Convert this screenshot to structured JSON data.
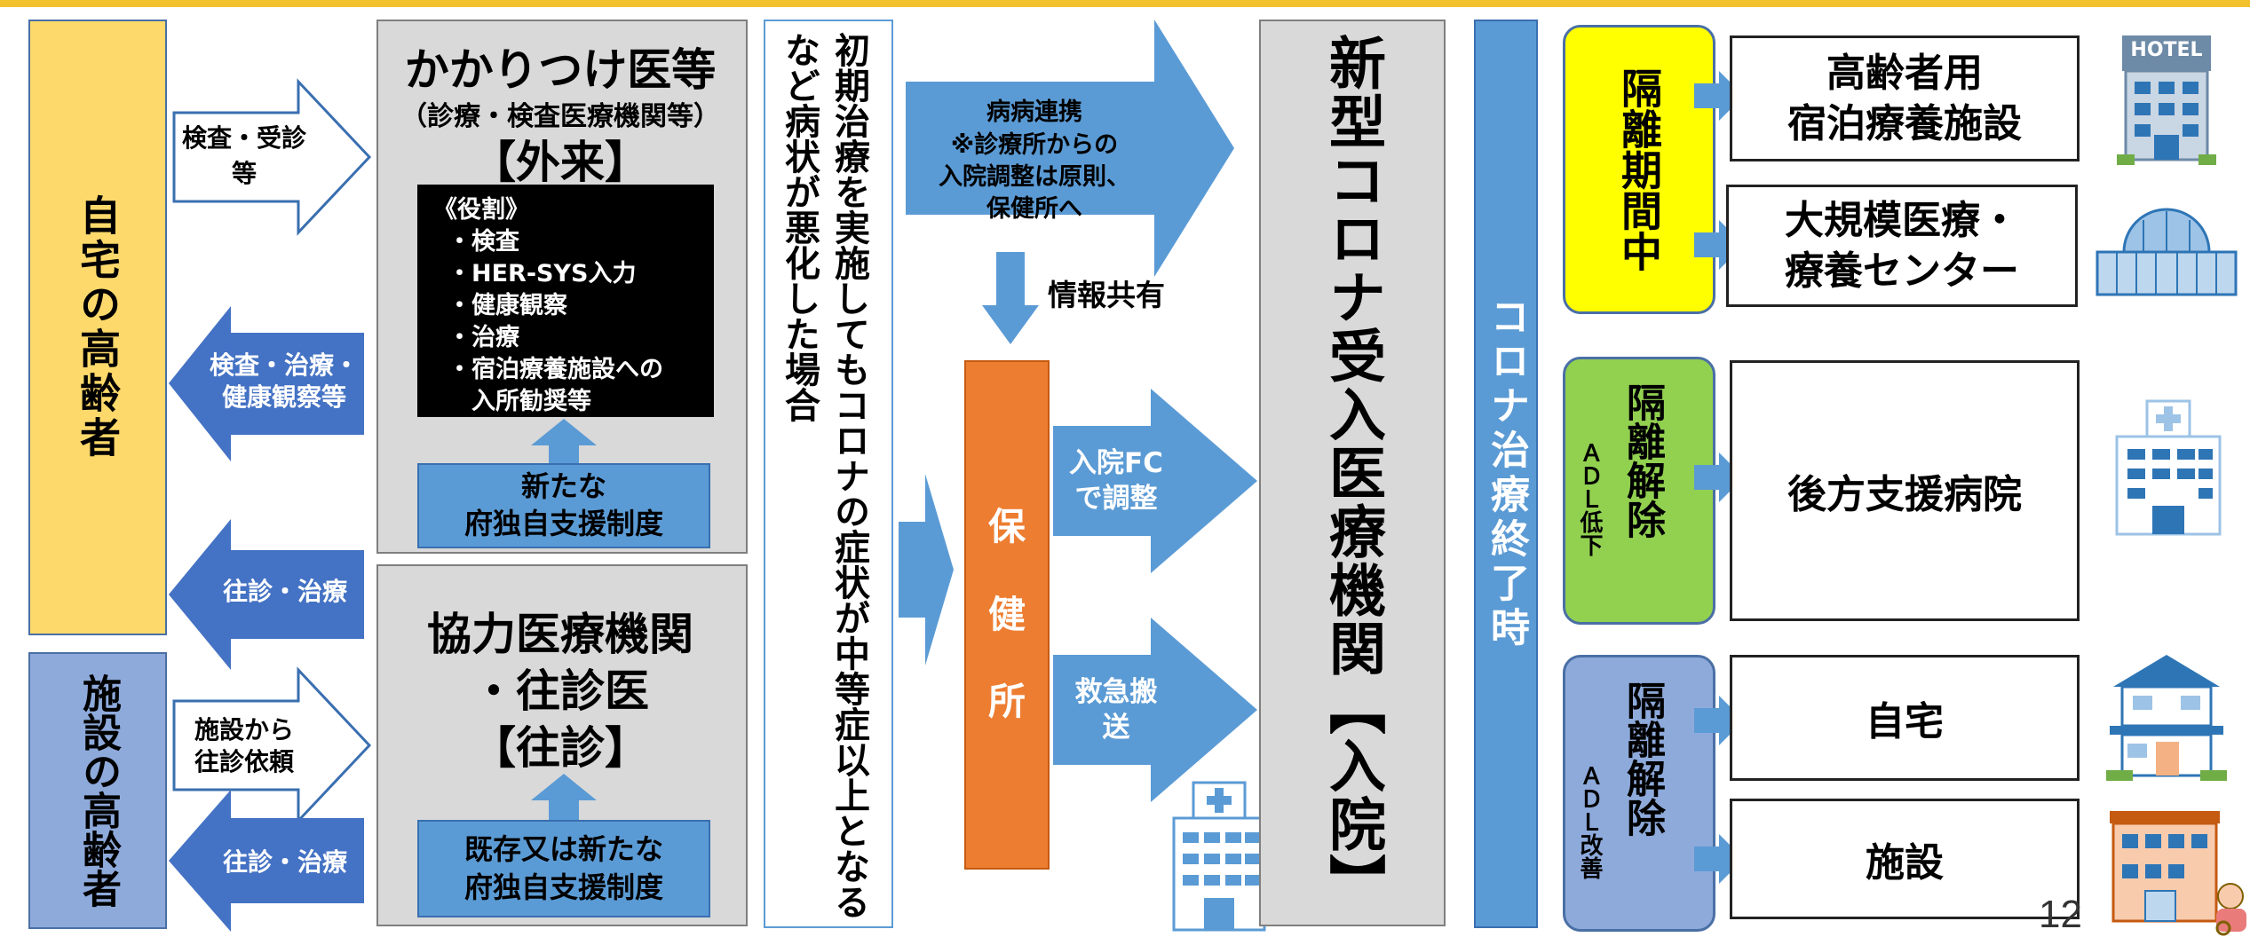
{
  "colors": {
    "yellow": "#fdd96b",
    "blue_gray": "#8eaadb",
    "gray": "#d9d9d9",
    "blue_arrow": "#5b9bd5",
    "dark_blue_arrow": "#4472c4",
    "orange": "#ed7d31",
    "bright_yellow": "#ffff00",
    "green": "#92d050",
    "black": "#000000"
  },
  "left": {
    "home_elderly": "自宅の高齢者",
    "facility_elderly": "施設の高齢者",
    "arrow_exam": "検査・受診等",
    "arrow_treat": "検査・治療・\n健康観察等",
    "arrow_visit1": "往診・治療",
    "arrow_request": "施設から\n往診依頼",
    "arrow_visit2": "往診・治療"
  },
  "kakaritsuke": {
    "title": "かかりつけ医等",
    "subtitle": "（診療・検査医療機関等）",
    "tag": "【外来】",
    "roles_title": "《役割》",
    "roles": [
      "・検査",
      "・HER-SYS入力",
      "・健康観察",
      "・治療",
      "・宿泊療養施設への",
      "　入所勧奨等"
    ],
    "support": "新たな\n府独自支援制度"
  },
  "kyoryoku": {
    "title": "協力医療機関",
    "line2": "・往診医",
    "tag": "【往診】",
    "support": "既存又は新たな\n府独自支援制度"
  },
  "condition": "初期治療を実施してもコロナの症状が中等症以上となるなど病状が悪化した場合",
  "middle": {
    "byobyo": "病病連携\n※診療所からの\n入院調整は原則、\n保健所へ",
    "info_share": "情報共有",
    "hokenjo": "保\n健\n所",
    "fc": "入院FC\nで調整",
    "kyukyu": "救急搬\n送"
  },
  "corona_hospital": "新型コロナ受入医療機関【入院】",
  "treatment_end": "コロナ治療終了時",
  "right": {
    "isolation_period": "隔離期間中",
    "isolation_lift_low": "隔離解除",
    "adl_low": "ＡＤＬ低下",
    "isolation_lift_up": "隔離解除",
    "adl_up": "ＡＤＬ改善",
    "dest_hotel": "高齢者用\n宿泊療養施設",
    "dest_center": "大規模医療・\n療養センター",
    "dest_rear": "後方支援病院",
    "dest_home": "自宅",
    "dest_facility": "施設"
  },
  "icons": {
    "hotel_label": "HOTEL"
  },
  "page_number": "12"
}
